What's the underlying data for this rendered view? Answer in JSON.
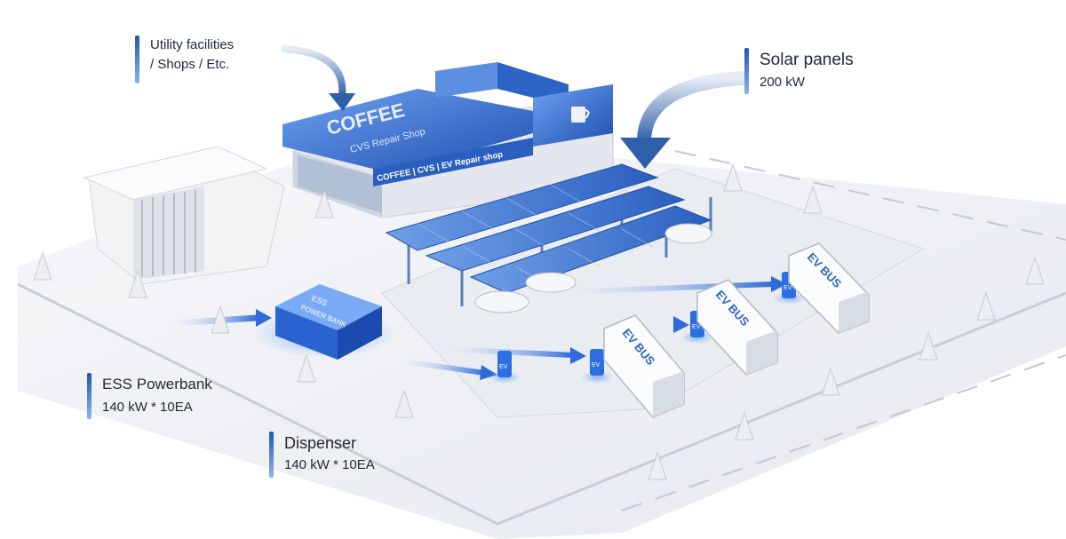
{
  "callouts": {
    "utility": {
      "line1": "Utility facilities",
      "line2": "/ Shops / Etc."
    },
    "solar": {
      "line1": "Solar panels",
      "line2": "200 kW"
    },
    "ess": {
      "line1": "ESS Powerbank",
      "line2": "140 kW * 10EA"
    },
    "dispenser": {
      "line1": "Dispenser",
      "line2": "140 kW * 10EA"
    }
  },
  "scene": {
    "shop_sign": "COFFEE",
    "shop_subsign": "CVS Repair Shop",
    "shop_banner": "COFFEE | CVS | EV Repair shop",
    "ess_label_1": "ESS",
    "ess_label_2": "POWER BANK",
    "bus_label": "EV BUS",
    "dispenser_label": "EV"
  },
  "colors": {
    "accent": "#1f63d6",
    "accent_light": "#8fb4ec",
    "ground": "#eef0f3",
    "road": "#d9dde3"
  }
}
